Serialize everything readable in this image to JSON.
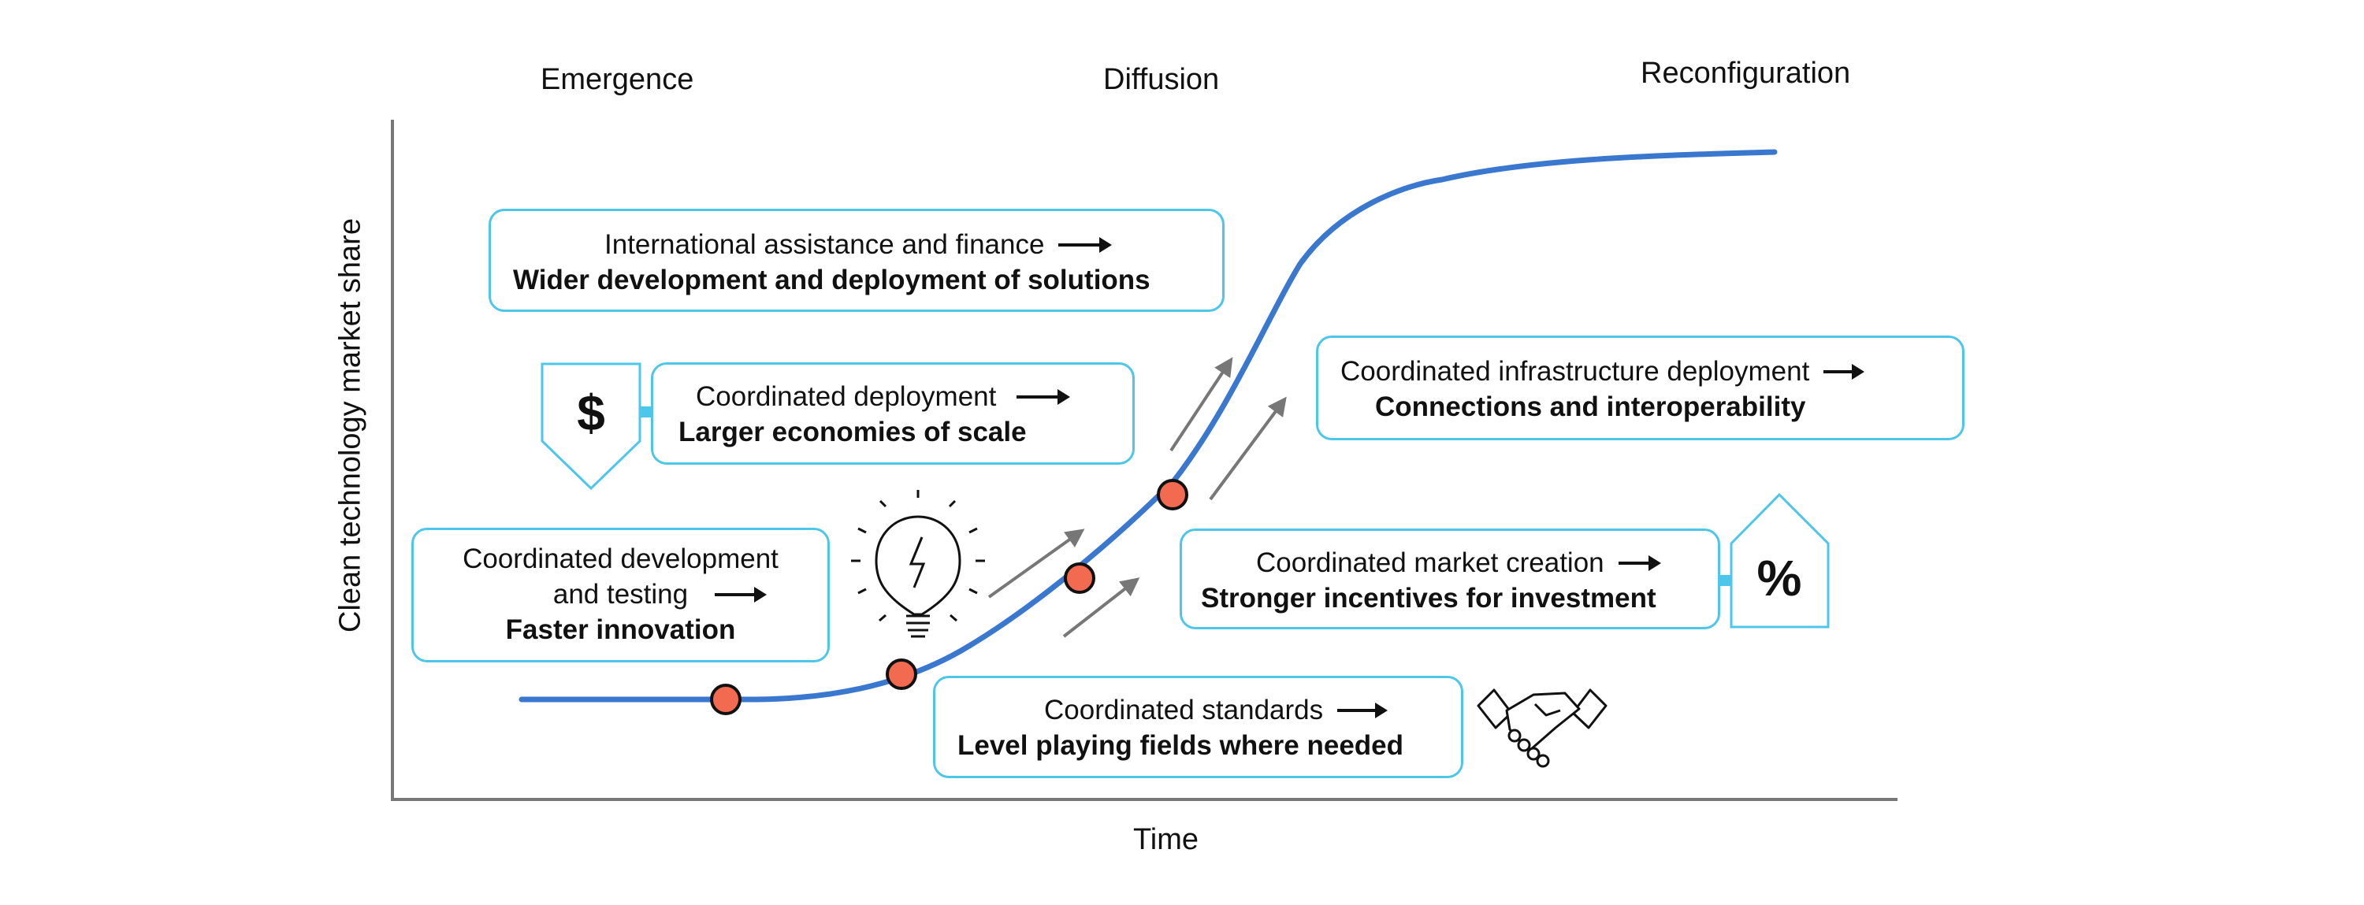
{
  "phases": {
    "emergence": "Emergence",
    "diffusion": "Diffusion",
    "reconfiguration": "Reconfiguration"
  },
  "axes": {
    "y_label": "Clean technology market share",
    "x_label": "Time"
  },
  "cards": {
    "international": {
      "title": "International assistance and finance",
      "result": "Wider development and deployment of solutions"
    },
    "deployment": {
      "title": "Coordinated deployment",
      "result": "Larger economies of scale"
    },
    "development": {
      "title_line1": "Coordinated development",
      "title_line2": "and testing",
      "result": "Faster innovation"
    },
    "infrastructure": {
      "title": "Coordinated infrastructure deployment",
      "result": "Connections and interoperability"
    },
    "market": {
      "title": "Coordinated market creation",
      "result": "Stronger incentives for investment"
    },
    "standards": {
      "title": "Coordinated standards",
      "result": "Level playing fields where needed"
    }
  },
  "icons": {
    "dollar_tag": "dollar-tag-icon",
    "percent_house": "percent-house-icon",
    "lightbulb": "lightbulb-icon",
    "handshake": "handshake-icon"
  },
  "symbols": {
    "dollar": "$",
    "percent": "%"
  },
  "colors": {
    "curve": "#3a78d0",
    "card_border": "#4cc7ea",
    "marker_fill": "#f26a4f",
    "progress_arrow": "#777777",
    "axis": "#777777"
  }
}
